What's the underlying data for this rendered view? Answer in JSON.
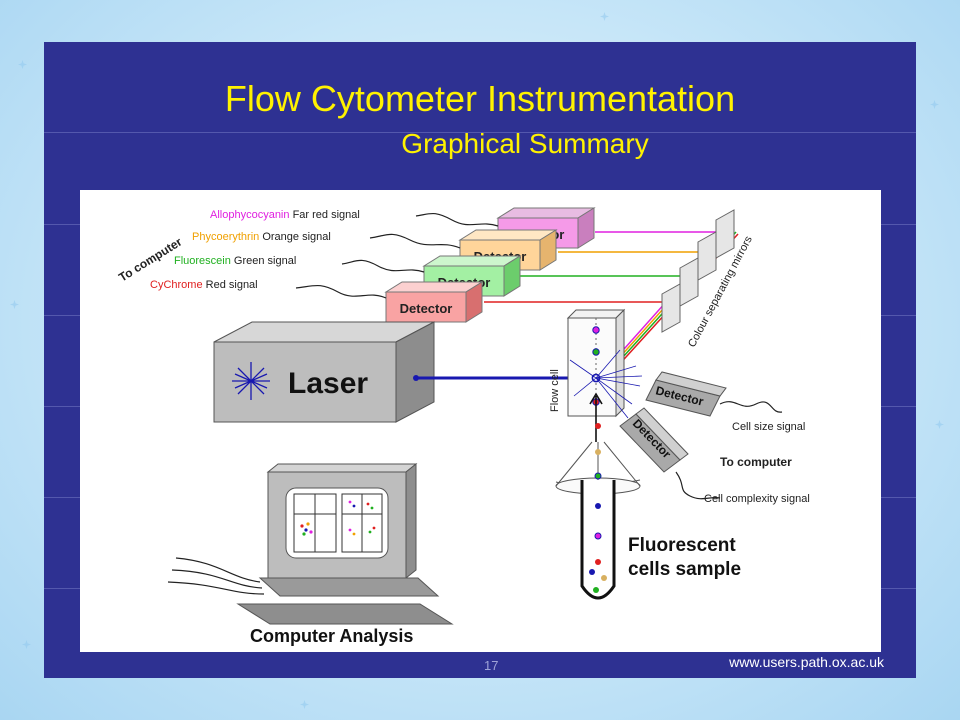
{
  "slide": {
    "title": "Flow Cytometer Instrumentation",
    "subtitle": "Graphical Summary",
    "slide_number": "17",
    "source": "www.users.path.ox.ac.uk"
  },
  "diagram": {
    "to_computer_top": "To computer",
    "signals": [
      {
        "dye": "Allophycocyanin",
        "signal": "Far red signal",
        "color": "#e020e0"
      },
      {
        "dye": "Phycoerythrin",
        "signal": "Orange signal",
        "color": "#f0a000"
      },
      {
        "dye": "Fluorescein",
        "signal": "Green signal",
        "color": "#20b020"
      },
      {
        "dye": "CyChrome",
        "signal": "Red signal",
        "color": "#e02020"
      }
    ],
    "detector_label": "Detector",
    "detector_label_2": "Detector",
    "detector_label_3": "Detector",
    "detector_label_4": "Detector",
    "detector_colors": [
      "#f59ae8",
      "#ffd59a",
      "#a3f0a3",
      "#f9a3a3"
    ],
    "mirrors_label": "Colour separating mirrors",
    "laser_label": "Laser",
    "flow_cell_label": "Flow cell",
    "side_detector_label": "Detector",
    "side_detector_label_2": "Detector",
    "cell_size_signal": "Cell size signal",
    "to_computer_right": "To computer",
    "cell_complexity_signal": "Cell complexity signal",
    "sample_label_line1": "Fluorescent",
    "sample_label_line2": "cells sample",
    "computer_label": "Computer Analysis",
    "beam_color": "#1818b0"
  }
}
